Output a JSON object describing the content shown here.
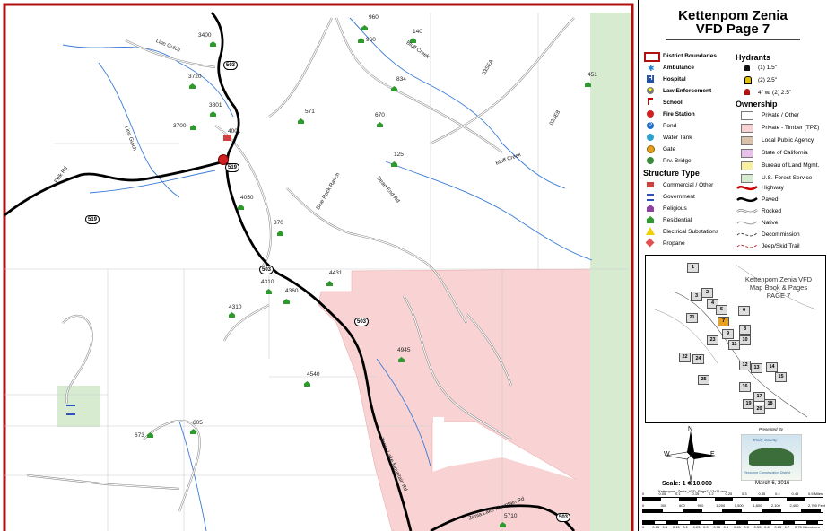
{
  "title_line1": "Kettenpom Zenia",
  "title_line2": "VFD Page 7",
  "legend": {
    "district": "District Boundaries",
    "ambulance": "Ambulance",
    "hospital": "Hospital",
    "law": "Law Enforcement",
    "school": "School",
    "fire": "Fire Station",
    "pond": "Pond",
    "water_tank": "Water Tank",
    "gate": "Gate",
    "bridge": "Prv. Bridge",
    "structure_type": "Structure Type",
    "commercial": "Commercial / Other",
    "government": "Government",
    "religious": "Religious",
    "residential": "Residential",
    "electrical": "Electrical Substations",
    "propane": "Propane",
    "hydrants": "Hydrants",
    "h1": "(1) 1.5\"",
    "h2": "(2) 2.5\"",
    "h3": "4\" w/ (2) 2.5\"",
    "ownership": "Ownership",
    "own1": "Private / Other",
    "own2": "Private - Timber (TPZ)",
    "own3": "Local Public Agency",
    "own4": "State of California",
    "own5": "Bureau of Land Mgmt.",
    "own6": "U.S. Forest Service",
    "rd1": "Highway",
    "rd2": "Paved",
    "rd3": "Rocked",
    "rd4": "Native",
    "rd5": "Decommission",
    "rd6": "Jeep/Skid Trail",
    "colors": {
      "private_timber": "#f9d3d3",
      "local_public": "#d8c2a8",
      "state": "#e8c0e8",
      "blm": "#f7f0a0",
      "usfs": "#d6ebd0",
      "district": "#b01010"
    }
  },
  "inset": {
    "title1": "Kettenpom Zenia VFD",
    "title2": "Map Book & Pages",
    "title3": "PAGE 7",
    "pages": [
      "1",
      "2",
      "3",
      "4",
      "5",
      "6",
      "7",
      "8",
      "9",
      "10",
      "11",
      "12",
      "13",
      "14",
      "15",
      "16",
      "17",
      "18",
      "19",
      "20",
      "21",
      "22",
      "23",
      "24",
      "25"
    ]
  },
  "footer": {
    "presented_by": "Presented By",
    "org_line1": "Trinity County",
    "org_line2": "Resource Conservation District",
    "date": "March 6, 2016",
    "scale": "Scale:  1 = 10,000",
    "file": "Kettenpom_Zenia_VFD_Page7_17x11.mxd",
    "compass": {
      "n": "N",
      "s": "S",
      "e": "E",
      "w": "W"
    },
    "miles_ticks": [
      "0",
      "0.05",
      "0.1",
      "0.15",
      "0.2",
      "0.25",
      "0.3",
      "0.35",
      "0.4",
      "0.45",
      "0.5 Miles"
    ],
    "feet_ticks": [
      "0",
      "300",
      "600",
      "900",
      "1,200",
      "1,500",
      "1,800",
      "2,100",
      "2,400",
      "2,700 Feet"
    ],
    "km_ticks": [
      "0",
      "0.05",
      "0.1",
      "0.15",
      "0.2",
      "0.25",
      "0.3",
      "0.35",
      "0.4",
      "0.45",
      "0.5",
      "0.55",
      "0.6",
      "0.65",
      "0.7",
      "0.75 Kilometers"
    ]
  },
  "map": {
    "labels": [
      "3400",
      "960",
      "960",
      "140",
      "3720",
      "834",
      "451",
      "3801",
      "3700",
      "571",
      "670",
      "4001",
      "125",
      "4050",
      "370",
      "4431",
      "4310",
      "4360",
      "4310",
      "4945",
      "4540",
      "605",
      "673",
      "5710"
    ],
    "roads": [
      "Line Gulch",
      "Pelk Rd",
      "Blue Rock Ranch",
      "Dead End Rd",
      "Zenia Lake Mountain Rd",
      "Zenia Lake Mountain Rd",
      "Line Gulch",
      "Bluff Creek",
      "Bluff Creek",
      "03SEA",
      "03SE8"
    ],
    "shields": [
      "503",
      "519",
      "519",
      "503",
      "503",
      "503"
    ]
  }
}
